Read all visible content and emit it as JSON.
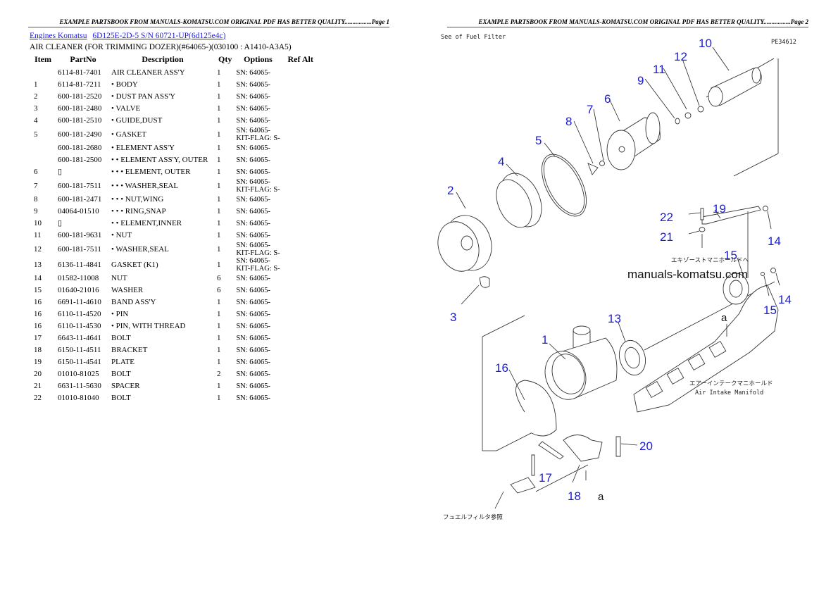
{
  "page1": {
    "header": "EXAMPLE PARTSBOOK FROM MANUALS-KOMATSU.COM ORIGINAL PDF HAS BETTER QUALITY.................Page 1",
    "breadcrumb": [
      {
        "label": "Engines Komatsu"
      },
      {
        "label": "6D125E-2D-5 S/N 60721-UP(6d125e4c)"
      }
    ],
    "subtitle": "AIR CLEANER (FOR TRIMMING DOZER)(#64065-)(030100 : A1410-A3A5)",
    "table": {
      "columns": [
        "Item",
        "PartNo",
        "Description",
        "Qty",
        "Options",
        "Ref Alt"
      ],
      "rows": [
        {
          "item": "",
          "partno": "6114-81-7401",
          "desc": "AIR CLEANER ASS'Y",
          "qty": "1",
          "opt": "SN: 64065-",
          "opt2": ""
        },
        {
          "item": "1",
          "partno": "6114-81-7211",
          "desc": "• BODY",
          "qty": "1",
          "opt": "SN: 64065-",
          "opt2": ""
        },
        {
          "item": "2",
          "partno": "600-181-2520",
          "desc": "• DUST PAN ASS'Y",
          "qty": "1",
          "opt": "SN: 64065-",
          "opt2": ""
        },
        {
          "item": "3",
          "partno": "600-181-2480",
          "desc": "• VALVE",
          "qty": "1",
          "opt": "SN: 64065-",
          "opt2": ""
        },
        {
          "item": "4",
          "partno": "600-181-2510",
          "desc": "• GUIDE,DUST",
          "qty": "1",
          "opt": "SN: 64065-",
          "opt2": ""
        },
        {
          "item": "5",
          "partno": "600-181-2490",
          "desc": "• GASKET",
          "qty": "1",
          "opt": "SN: 64065-",
          "opt2": "KIT-FLAG: S-"
        },
        {
          "item": "",
          "partno": "600-181-2680",
          "desc": "• ELEMENT ASS'Y",
          "qty": "1",
          "opt": "SN: 64065-",
          "opt2": ""
        },
        {
          "item": "",
          "partno": "600-181-2500",
          "desc": "• • ELEMENT ASS'Y, OUTER",
          "qty": "1",
          "opt": "SN: 64065-",
          "opt2": ""
        },
        {
          "item": "6",
          "partno": "▯",
          "desc": "• • • ELEMENT, OUTER",
          "qty": "1",
          "opt": "SN: 64065-",
          "opt2": ""
        },
        {
          "item": "7",
          "partno": "600-181-7511",
          "desc": "• • • WASHER,SEAL",
          "qty": "1",
          "opt": "SN: 64065-",
          "opt2": "KIT-FLAG: S-"
        },
        {
          "item": "8",
          "partno": "600-181-2471",
          "desc": "• • • NUT,WING",
          "qty": "1",
          "opt": "SN: 64065-",
          "opt2": ""
        },
        {
          "item": "9",
          "partno": "04064-01510",
          "desc": "• • • RING,SNAP",
          "qty": "1",
          "opt": "SN: 64065-",
          "opt2": ""
        },
        {
          "item": "10",
          "partno": "▯",
          "desc": "• • ELEMENT,INNER",
          "qty": "1",
          "opt": "SN: 64065-",
          "opt2": ""
        },
        {
          "item": "11",
          "partno": "600-181-9631",
          "desc": "• NUT",
          "qty": "1",
          "opt": "SN: 64065-",
          "opt2": ""
        },
        {
          "item": "12",
          "partno": "600-181-7511",
          "desc": "• WASHER,SEAL",
          "qty": "1",
          "opt": "SN: 64065-",
          "opt2": "KIT-FLAG: S-"
        },
        {
          "item": "13",
          "partno": "6136-11-4841",
          "desc": "GASKET (K1)",
          "qty": "1",
          "opt": "SN: 64065-",
          "opt2": "KIT-FLAG: S-"
        },
        {
          "item": "14",
          "partno": "01582-11008",
          "desc": "NUT",
          "qty": "6",
          "opt": "SN: 64065-",
          "opt2": ""
        },
        {
          "item": "15",
          "partno": "01640-21016",
          "desc": "WASHER",
          "qty": "6",
          "opt": "SN: 64065-",
          "opt2": ""
        },
        {
          "item": "16",
          "partno": "6691-11-4610",
          "desc": "BAND ASS'Y",
          "qty": "1",
          "opt": "SN: 64065-",
          "opt2": ""
        },
        {
          "item": "16",
          "partno": "6110-11-4520",
          "desc": "• PIN",
          "qty": "1",
          "opt": "SN: 64065-",
          "opt2": ""
        },
        {
          "item": "16",
          "partno": "6110-11-4530",
          "desc": "• PIN, WITH THREAD",
          "qty": "1",
          "opt": "SN: 64065-",
          "opt2": ""
        },
        {
          "item": "17",
          "partno": "6643-11-4641",
          "desc": "BOLT",
          "qty": "1",
          "opt": "SN: 64065-",
          "opt2": ""
        },
        {
          "item": "18",
          "partno": "6150-11-4511",
          "desc": "BRACKET",
          "qty": "1",
          "opt": "SN: 64065-",
          "opt2": ""
        },
        {
          "item": "19",
          "partno": "6150-11-4541",
          "desc": "PLATE",
          "qty": "1",
          "opt": "SN: 64065-",
          "opt2": ""
        },
        {
          "item": "20",
          "partno": "01010-81025",
          "desc": "BOLT",
          "qty": "2",
          "opt": "SN: 64065-",
          "opt2": ""
        },
        {
          "item": "21",
          "partno": "6631-11-5630",
          "desc": "SPACER",
          "qty": "1",
          "opt": "SN: 64065-",
          "opt2": ""
        },
        {
          "item": "22",
          "partno": "01010-81040",
          "desc": "BOLT",
          "qty": "1",
          "opt": "SN: 64065-",
          "opt2": ""
        }
      ]
    }
  },
  "page2": {
    "header": "EXAMPLE PARTSBOOK FROM MANUALS-KOMATSU.COM ORIGINAL PDF HAS BETTER QUALITY.................Page 2",
    "diagram": {
      "top_note": "See of Fuel Filter",
      "drawing_code": "PE34612",
      "watermark": "manuals-komatsu.com",
      "exhaust_note_jp": "エキゾーストマニホールドへ",
      "intake_note_jp": "エアーインテークマニホールド",
      "intake_note_en": "Air Intake Manifold",
      "fuel_filter_note_jp": "フュエルフィルタ参照",
      "ref_a": "a",
      "callouts": [
        "1",
        "2",
        "3",
        "4",
        "5",
        "6",
        "7",
        "8",
        "9",
        "10",
        "11",
        "12",
        "13",
        "14",
        "14",
        "15",
        "15",
        "16",
        "17",
        "18",
        "19",
        "20",
        "21",
        "22"
      ]
    }
  }
}
